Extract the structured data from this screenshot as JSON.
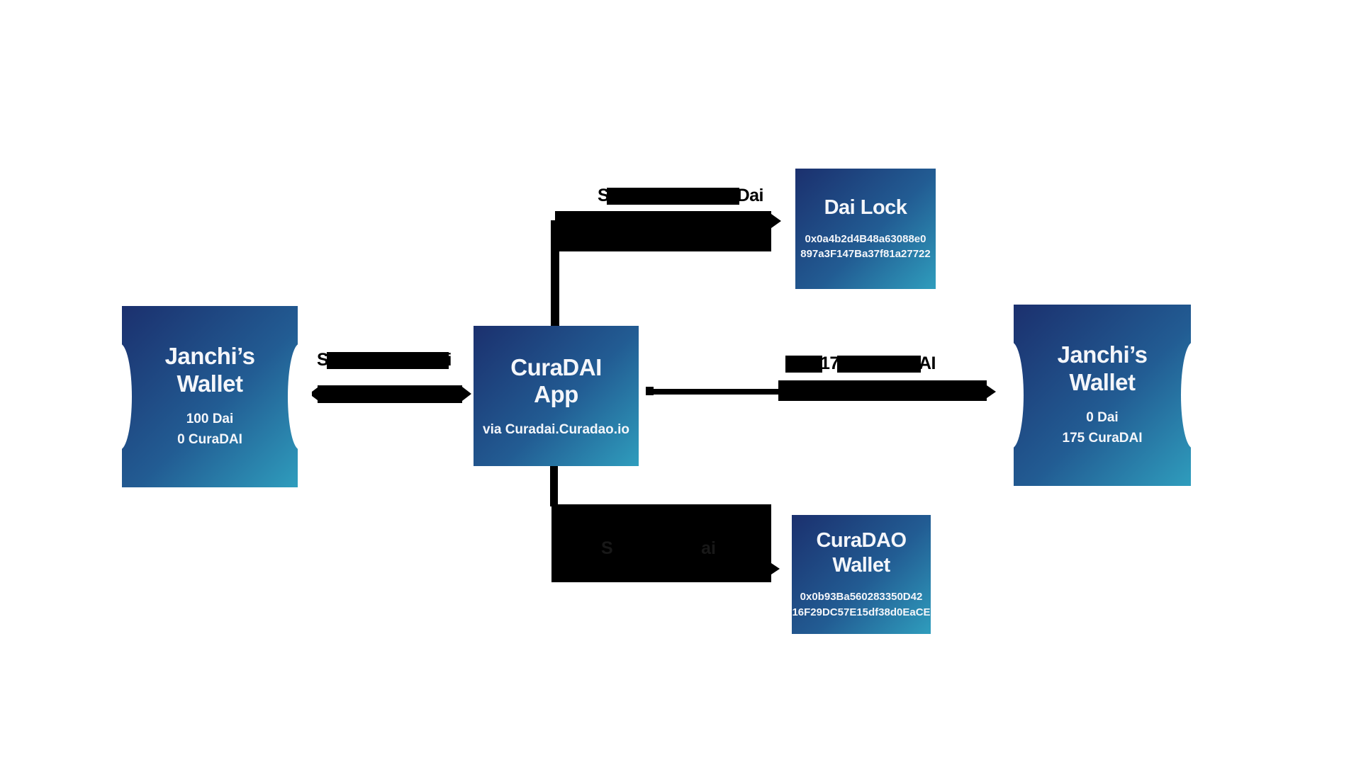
{
  "colors": {
    "background": "#ffffff",
    "node_gradient_start": "#1b306e",
    "node_gradient_mid": "#225c93",
    "node_gradient_end": "#2f9dbd",
    "node_text": "#f4f6fa",
    "connector": "#000000"
  },
  "nodes": {
    "left_wallet": {
      "title": "Janchi’s Wallet",
      "balances": [
        "100 Dai",
        "0 CuraDAI"
      ]
    },
    "app": {
      "title": "CuraDAI App",
      "subtitle": "via Curadai.Curadao.io"
    },
    "dai_lock": {
      "title": "Dai Lock",
      "address": [
        "0x0a4b2d4B48a63088e0",
        "897a3F147Ba37f81a27722"
      ]
    },
    "curadao_wallet": {
      "title": "CuraDAO Wallet",
      "address": [
        "0x0b93Ba560283350D42",
        "16F29DC57E15df38d0EaCE"
      ]
    },
    "right_wallet": {
      "title": "Janchi’s Wallet",
      "balances": [
        "0 Dai",
        "175 CuraDAI"
      ]
    }
  },
  "edges": {
    "left": {
      "visible_start": "S",
      "visible_end": "i"
    },
    "top": {
      "visible_start": "S",
      "visible_end": "Dai"
    },
    "right": {
      "visible_mid": "17",
      "visible_end": "AI"
    },
    "bottom": {
      "faint_start": "S",
      "faint_end": "ai"
    }
  }
}
